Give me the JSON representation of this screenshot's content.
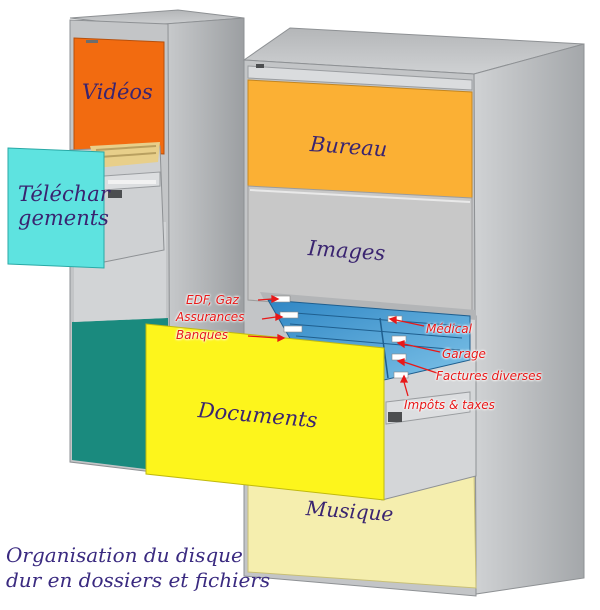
{
  "drawers": {
    "videos": "Vidéos",
    "telechargements_line1": "Téléchar",
    "telechargements_line2": "gements",
    "bureau": "Bureau",
    "images": "Images",
    "documents": "Documents",
    "musique": "Musique"
  },
  "document_tabs": {
    "edf_gaz": "EDF, Gaz",
    "assurances": "Assurances",
    "banques": "Banques",
    "medical": "Médical",
    "garage": "Garage",
    "factures": "Factures diverses",
    "impots": "Impôts & taxes"
  },
  "caption": {
    "line1": "Organisation du disque",
    "line2": "dur en dossiers et fichiers"
  },
  "colors": {
    "videos": "#f26b10",
    "telechargements": "#5ee3e0",
    "left_lower": "#1a8a7e",
    "bureau": "#fbb034",
    "images": "#c8c8c8",
    "documents": "#fdf51c",
    "musique": "#f5eeae",
    "cabinet_gray": "#b8babc",
    "tab_text": "#e81818",
    "label_text": "#3a2470"
  }
}
